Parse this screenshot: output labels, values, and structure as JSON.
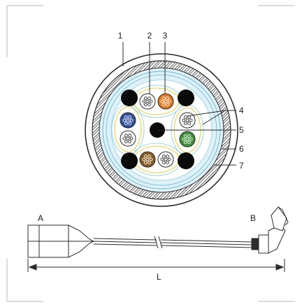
{
  "callouts": {
    "c1": "1",
    "c2": "2",
    "c3": "3",
    "c4": "4",
    "c5": "5",
    "c6": "6",
    "c7": "7"
  },
  "connector_labels": {
    "end_a": "A",
    "end_b": "B",
    "length": "L"
  },
  "colors": {
    "outline": "#2b2b2b",
    "jacket": "#ffffff",
    "shield_line": "#7fc3d9",
    "inner_fill": "#dff1f7",
    "pair_yellow": "#e8cf3a",
    "pair_lightblue": "#9cd6e8",
    "black_filler": "#0a0a0a",
    "orange": "#e07a1f",
    "blue": "#2f4e9c",
    "green": "#3e8f3a",
    "brown": "#8a5a22",
    "corner_marks": "#b9b9b9"
  }
}
